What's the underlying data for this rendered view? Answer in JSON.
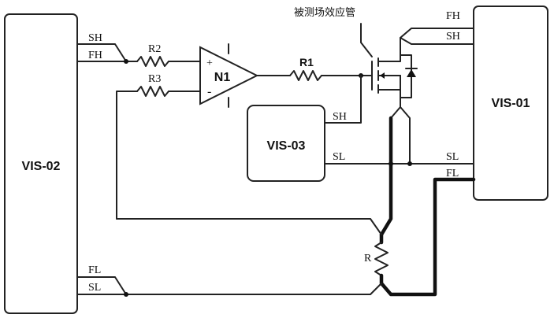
{
  "blocks": {
    "vis02": "VIS-02",
    "vis01": "VIS-01",
    "vis03": "VIS-03"
  },
  "components": {
    "amplifier": "N1",
    "r1": "R1",
    "r2": "R2",
    "r3": "R3",
    "r": "R",
    "mosfet_label": "被测场效应管"
  },
  "amplifier_inputs": {
    "plus": "+",
    "minus": "-"
  },
  "terminals": {
    "vis02_sh": "SH",
    "vis02_fh": "FH",
    "vis02_fl": "FL",
    "vis02_sl": "SL",
    "vis01_fh": "FH",
    "vis01_sh": "SH",
    "vis01_sl": "SL",
    "vis01_fl": "FL",
    "vis03_sh": "SH",
    "vis03_sl": "SL"
  }
}
